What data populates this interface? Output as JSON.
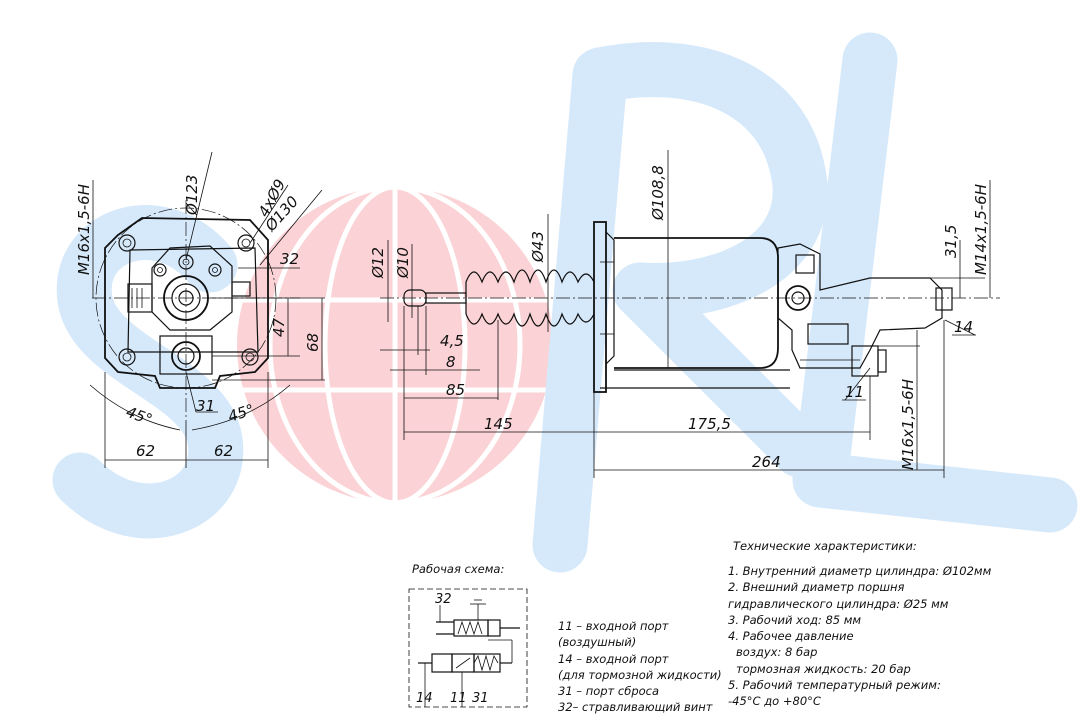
{
  "colors": {
    "watermark_blue": "#d6e9fb",
    "watermark_red": "#fbd3d6",
    "line": "#111111"
  },
  "watermark": {
    "letters": [
      "S",
      "O",
      "R",
      "L"
    ]
  },
  "dimensions": {
    "front": [
      "Ø123",
      "4xØ9",
      "Ø130",
      "32",
      "M16x1,5-6H",
      "47",
      "68",
      "31",
      "45°",
      "45°",
      "62",
      "62"
    ],
    "side": [
      "Ø12",
      "Ø10",
      "Ø43",
      "Ø108,8",
      "4,5",
      "8",
      "85",
      "145",
      "175,5",
      "264",
      "31,5",
      "M14x1,5-6H",
      "14",
      "11",
      "M16x1,5-6H"
    ]
  },
  "scheme": {
    "title": "Рабочая схема:",
    "labels": {
      "top": "32",
      "bottom": [
        "14",
        "11",
        "31"
      ]
    },
    "legend": [
      "11 – входной порт",
      "(воздушный)",
      "14 – входной порт",
      "(для тормозной жидкости)",
      "31 – порт сброса",
      "32– стравливающий винт"
    ]
  },
  "specs": {
    "title": "Технические характеристики:",
    "lines": [
      "1. Внутренний диаметр цилиндра: Ø102мм",
      "2. Внешний диаметр поршня",
      "гидравлического цилиндра: Ø25 мм",
      "3. Рабочий ход: 85 мм",
      "4. Рабочее давление",
      "воздух: 8 бар",
      "тормозная жидкость: 20 бар",
      "5. Рабочий температурный режим:",
      "-45°C до +80°C"
    ]
  }
}
